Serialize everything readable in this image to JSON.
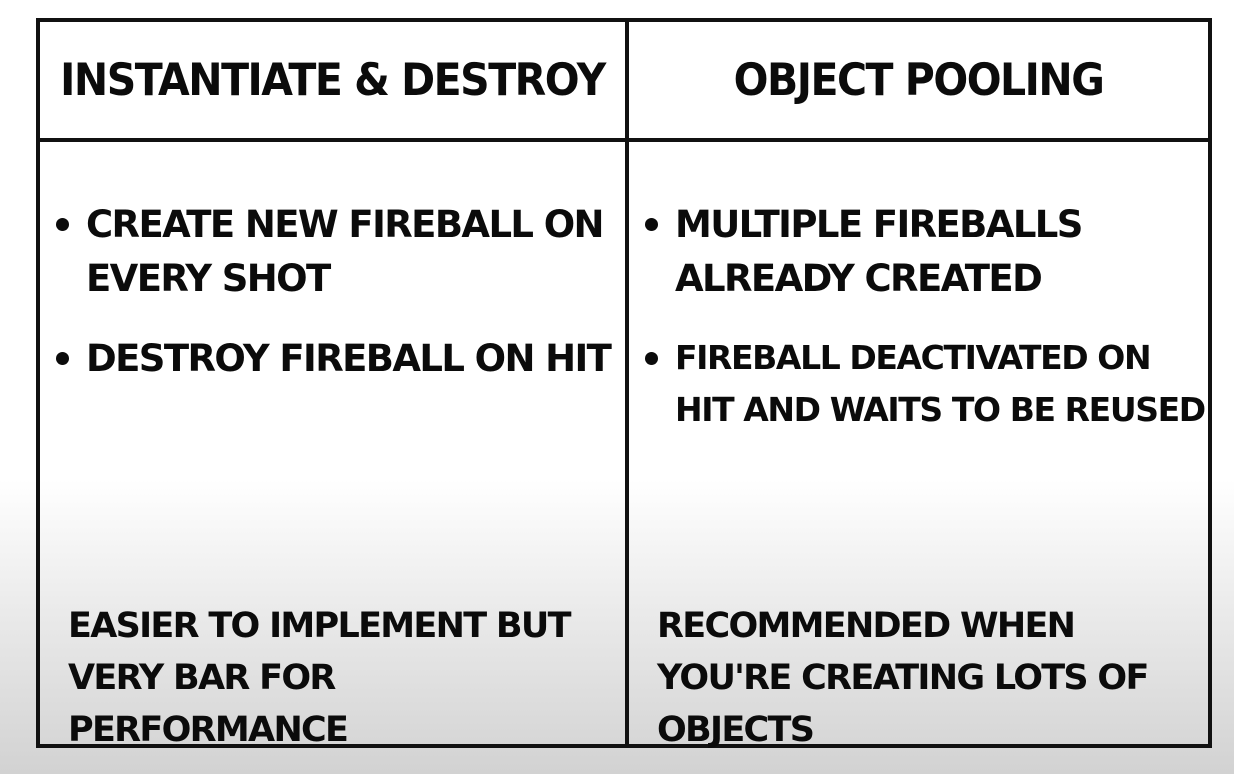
{
  "columns": [
    {
      "header": "INSTANTIATE & DESTROY",
      "bullets": [
        "CREATE NEW FIREBALL ON EVERY SHOT",
        "DESTROY FIREBALL ON HIT"
      ],
      "footer": "EASIER TO IMPLEMENT BUT VERY BAR FOR PERFORMANCE"
    },
    {
      "header": "OBJECT POOLING",
      "bullets": [
        "MULTIPLE FIREBALLS ALREADY CREATED",
        "FIREBALL DEACTIVATED ON HIT AND WAITS TO BE REUSED"
      ],
      "footer": "RECOMMENDED WHEN YOU'RE CREATING LOTS OF OBJECTS"
    }
  ]
}
